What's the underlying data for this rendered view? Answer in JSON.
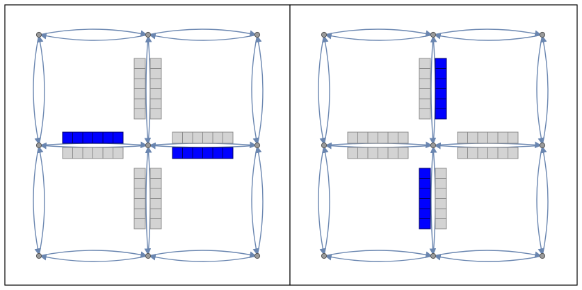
{
  "panels": [
    {
      "id": "left",
      "queues": [
        {
          "edge": "center-north",
          "side": "a",
          "filled": 0,
          "capacity": 6
        },
        {
          "edge": "center-north",
          "side": "b",
          "filled": 0,
          "capacity": 6
        },
        {
          "edge": "center-south",
          "side": "a",
          "filled": 0,
          "capacity": 6
        },
        {
          "edge": "center-south",
          "side": "b",
          "filled": 0,
          "capacity": 6
        },
        {
          "edge": "center-west",
          "side": "a",
          "filled": 6,
          "capacity": 6
        },
        {
          "edge": "center-west",
          "side": "b",
          "filled": 0,
          "capacity": 6
        },
        {
          "edge": "center-east",
          "side": "a",
          "filled": 0,
          "capacity": 6
        },
        {
          "edge": "center-east",
          "side": "b",
          "filled": 6,
          "capacity": 6
        }
      ]
    },
    {
      "id": "right",
      "queues": [
        {
          "edge": "center-north",
          "side": "a",
          "filled": 0,
          "capacity": 6
        },
        {
          "edge": "center-north",
          "side": "b",
          "filled": 6,
          "capacity": 6
        },
        {
          "edge": "center-south",
          "side": "a",
          "filled": 6,
          "capacity": 6
        },
        {
          "edge": "center-south",
          "side": "b",
          "filled": 0,
          "capacity": 6
        },
        {
          "edge": "center-west",
          "side": "a",
          "filled": 0,
          "capacity": 6
        },
        {
          "edge": "center-west",
          "side": "b",
          "filled": 0,
          "capacity": 6
        },
        {
          "edge": "center-east",
          "side": "a",
          "filled": 0,
          "capacity": 6
        },
        {
          "edge": "center-east",
          "side": "b",
          "filled": 0,
          "capacity": 6
        }
      ]
    }
  ],
  "colors": {
    "edge": "#6a86b0",
    "node_fill": "#9a9a9a",
    "node_stroke": "#555555",
    "slot_empty": "#d3d3d3",
    "slot_empty_stroke": "#8c8c8c",
    "slot_filled": "#0000ff",
    "slot_filled_stroke": "#000066",
    "frame": "#000000"
  }
}
